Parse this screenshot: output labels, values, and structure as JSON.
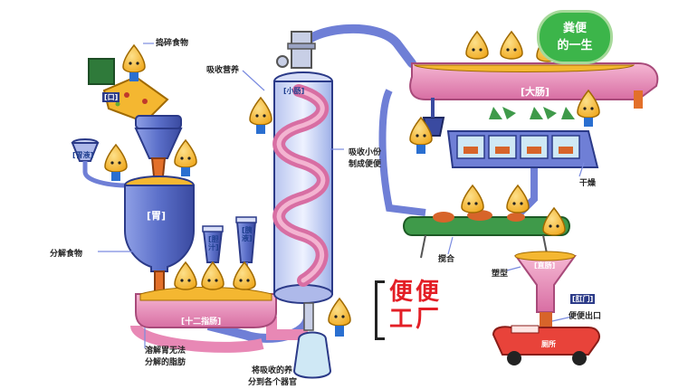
{
  "badge": {
    "line1": "粪便",
    "line2": "的一生"
  },
  "title": {
    "line1": "便便",
    "line2": "工厂"
  },
  "labels": {
    "crush_food": "捣碎食物",
    "absorb_nutrients": "吸收营养",
    "small_intestine": "[小肠]",
    "large_intestine": "[大肠]",
    "mouth": "[口]",
    "gastric_juice": "[胃液]",
    "stomach": "[胃]",
    "decompose_food": "分解食物",
    "bile": "[胆汁]",
    "pancreatic_juice": "[胰液]",
    "duodenum": "[十二指肠]",
    "dissolve_fat_line1": "溶解胃无法",
    "dissolve_fat_line2": "分解的脂肪",
    "absorb_water_line1": "吸收小份",
    "absorb_water_line2": "制成便便",
    "dry": "干燥",
    "stir": "搅合",
    "shape": "塑型",
    "rectum": "[直肠]",
    "anus": "[肛门]",
    "poop_exit": "便便出口",
    "toilet": "厕所",
    "distribute_line1": "将吸收的养",
    "distribute_line2": "分到各个器官"
  },
  "colors": {
    "tube_blue": "#5b6fc9",
    "tube_pink": "#e88fb8",
    "food_yellow": "#f4b731",
    "mascot": "#f7c23a",
    "badge_green": "#3cb54a",
    "title_red": "#e31f26",
    "toilet_red": "#e8433a",
    "conveyor_green": "#3f9a4a"
  }
}
